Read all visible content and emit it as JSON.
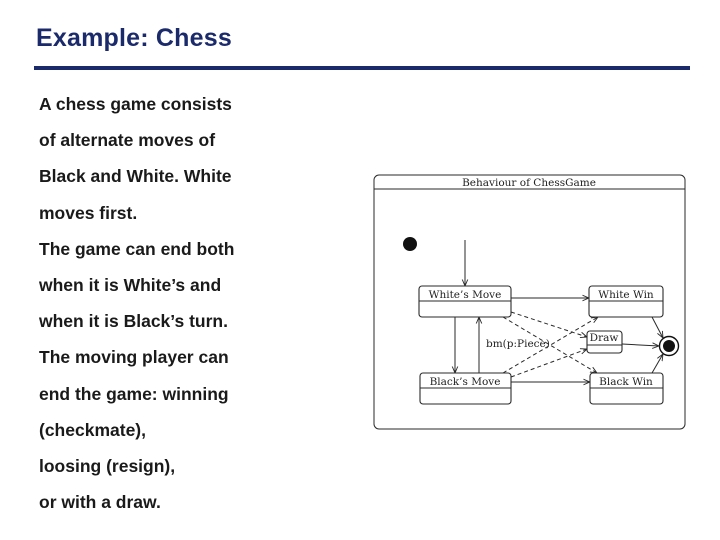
{
  "title": "Example: Chess",
  "body_lines": [
    "A chess game consists",
    "of alternate moves of",
    "Black and White. White",
    "moves first.",
    "The game can end both",
    "when it is White’s and",
    "when it is Black’s turn.",
    "The moving player can",
    "end the game: winning",
    "(checkmate),",
    "loosing (resign),",
    "or with a draw."
  ],
  "diagram": {
    "frame_title": "Behaviour of ChessGame",
    "states": {
      "white_move": "White’s Move",
      "black_move": "Black’s Move",
      "white_win": "White Win",
      "draw": "Draw",
      "black_win": "Black Win"
    },
    "transition_label": "bm(p:Piece)"
  },
  "colors": {
    "title": "#1b2a6b",
    "rule": "#1b2a6b",
    "text": "#1a1a1a",
    "diagram_stroke": "#2a2a2a"
  }
}
